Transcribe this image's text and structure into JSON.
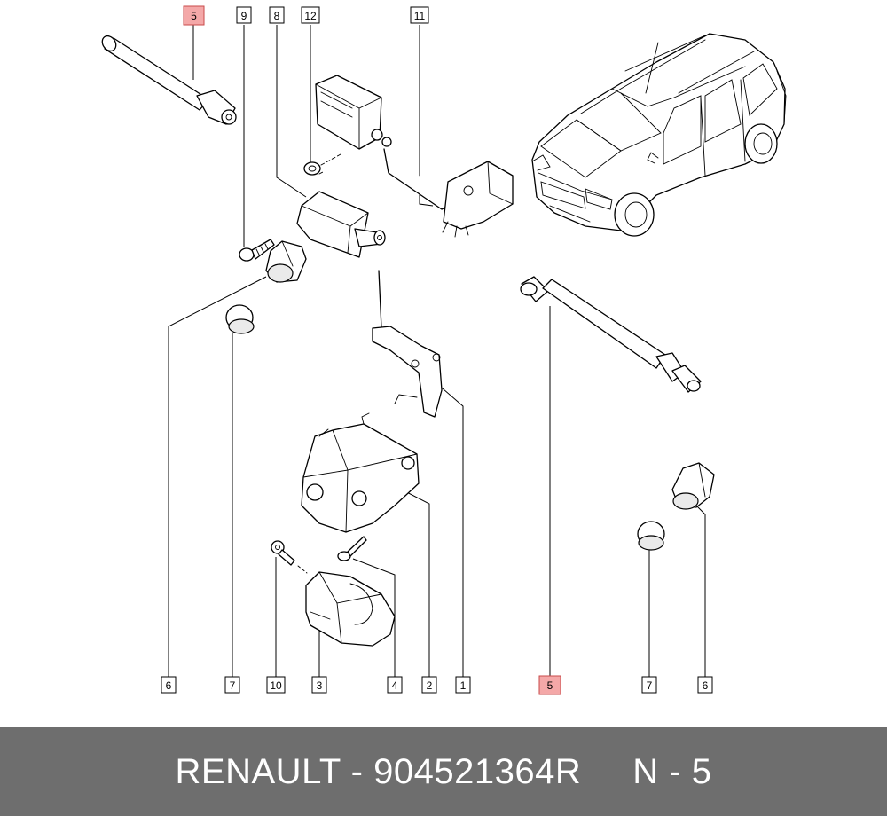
{
  "callouts": [
    {
      "label": "5",
      "highlight": true
    },
    {
      "label": "9",
      "highlight": false
    },
    {
      "label": "8",
      "highlight": false
    },
    {
      "label": "12",
      "highlight": false
    },
    {
      "label": "11",
      "highlight": false
    },
    {
      "label": "6",
      "highlight": false
    },
    {
      "label": "7",
      "highlight": false
    },
    {
      "label": "10",
      "highlight": false
    },
    {
      "label": "3",
      "highlight": false
    },
    {
      "label": "4",
      "highlight": false
    },
    {
      "label": "2",
      "highlight": false
    },
    {
      "label": "1",
      "highlight": false
    },
    {
      "label": "5",
      "highlight": true
    },
    {
      "label": "7",
      "highlight": false
    },
    {
      "label": "6",
      "highlight": false
    }
  ],
  "colors": {
    "highlight_fill": "#f4a8a8",
    "highlight_stroke": "#c84a4a",
    "footer_bg": "#6e6e6e",
    "footer_text": "#ffffff"
  },
  "footer": {
    "text": "RENAULT - 904521364R     N - 5"
  }
}
